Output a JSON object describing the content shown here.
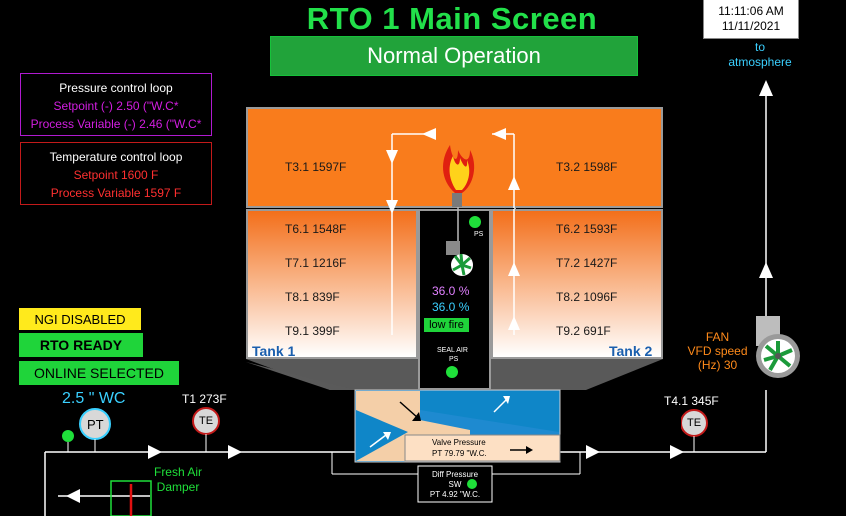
{
  "header": {
    "title": "RTO 1 Main Screen",
    "status": "Normal Operation",
    "clock_time": "11:11:06 AM",
    "clock_date": "11/11/2021",
    "exhaust_label_1": "to",
    "exhaust_label_2": "atmosphere"
  },
  "pressure_loop": {
    "heading": "Pressure control loop",
    "setpoint": "Setpoint (-) 2.50 (\"W.C*",
    "process_variable": "Process Variable (-) 2.46 (\"W.C*"
  },
  "temperature_loop": {
    "heading": "Temperature control loop",
    "setpoint": "Setpoint  1600 F",
    "process_variable": "Process Variable  1597 F"
  },
  "status_tags": {
    "ngi": "NGI DISABLED",
    "ready": "RTO READY",
    "online": "ONLINE SELECTED"
  },
  "tank1": {
    "label": "Tank 1",
    "temps": [
      "T3.1 1597F",
      "T6.1 1548F",
      "T7.1 1216F",
      "T8.1  839F",
      "T9.1  399F"
    ]
  },
  "tank2": {
    "label": "Tank 2",
    "temps": [
      "T3.2 1598F",
      "T6.2 1593F",
      "T7.2 1427F",
      "T8.2 1096F",
      "T9.2  691F"
    ]
  },
  "burner": {
    "ps_label": "PS",
    "valve_pct_1": "36.0 %",
    "valve_pct_2": "36.0 %",
    "fire_state": "low fire",
    "seal_air_label": "SEAL AIR",
    "seal_air_ps": "PS"
  },
  "inlet": {
    "pressure_value": "2.5  \" WC",
    "pt_label": "PT",
    "t1_label": "T1  273F",
    "te_label": "TE",
    "fresh_air_1": "Fresh Air",
    "fresh_air_2": "Damper"
  },
  "valve": {
    "label": "Valve Pressure",
    "value": "PT 79.79  \"W.C."
  },
  "diff_pressure": {
    "line1": "Diff  Pressure",
    "line2": "SW",
    "line3": "PT 4.92  \"W.C."
  },
  "outlet": {
    "t4_label": "T4.1  345F",
    "te_label": "TE"
  },
  "fan": {
    "label": "FAN",
    "vfd_label": "VFD speed",
    "vfd_value": "(Hz)  30"
  },
  "colors": {
    "title_green": "#22e04a",
    "status_green": "#21a33a",
    "chamber_orange": "#f97c1c",
    "cyan_text": "#3ad0ff",
    "duct_blue": "#0f86c8"
  },
  "icons": [
    "flame-icon",
    "fan-icon",
    "arrow-icon"
  ]
}
